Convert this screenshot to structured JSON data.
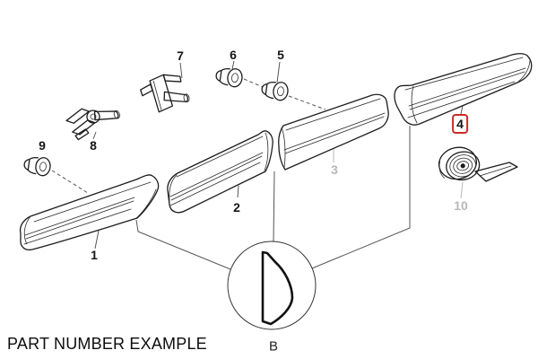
{
  "page": {
    "background": "#ffffff",
    "caption": "PART NUMBER EXAMPLE"
  },
  "diagram": {
    "type": "exploded-parts-line-drawing",
    "detail_label": "B",
    "line_color": "#1c1c1c",
    "muted_label_color": "#b8b8b8",
    "highlight_box_color": "#cb2b27",
    "parts": [
      {
        "number": "1",
        "muted": false,
        "highlighted": false
      },
      {
        "number": "2",
        "muted": false,
        "highlighted": false
      },
      {
        "number": "3",
        "muted": true,
        "highlighted": false
      },
      {
        "number": "4",
        "muted": false,
        "highlighted": true
      },
      {
        "number": "5",
        "muted": false,
        "highlighted": false
      },
      {
        "number": "6",
        "muted": false,
        "highlighted": false
      },
      {
        "number": "7",
        "muted": false,
        "highlighted": false
      },
      {
        "number": "8",
        "muted": false,
        "highlighted": false
      },
      {
        "number": "9",
        "muted": false,
        "highlighted": false
      },
      {
        "number": "10",
        "muted": true,
        "highlighted": false
      }
    ]
  }
}
